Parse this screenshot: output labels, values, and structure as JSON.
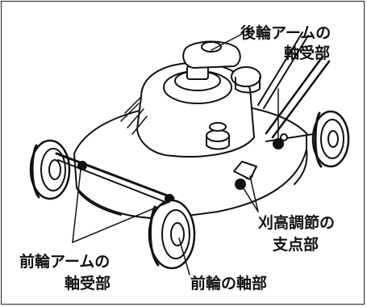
{
  "labels": {
    "rear_arm_pivot": [
      "後輪アームの",
      "軸受部"
    ],
    "front_arm_pivot": [
      "前輪アームの",
      "軸受部"
    ],
    "height_adjust_pivot": [
      "刈高調節の",
      "支点部"
    ],
    "front_axle": "前輪の軸部"
  },
  "colors": {
    "ink": "#111111",
    "frame": "#222222",
    "background": "#ffffff"
  }
}
